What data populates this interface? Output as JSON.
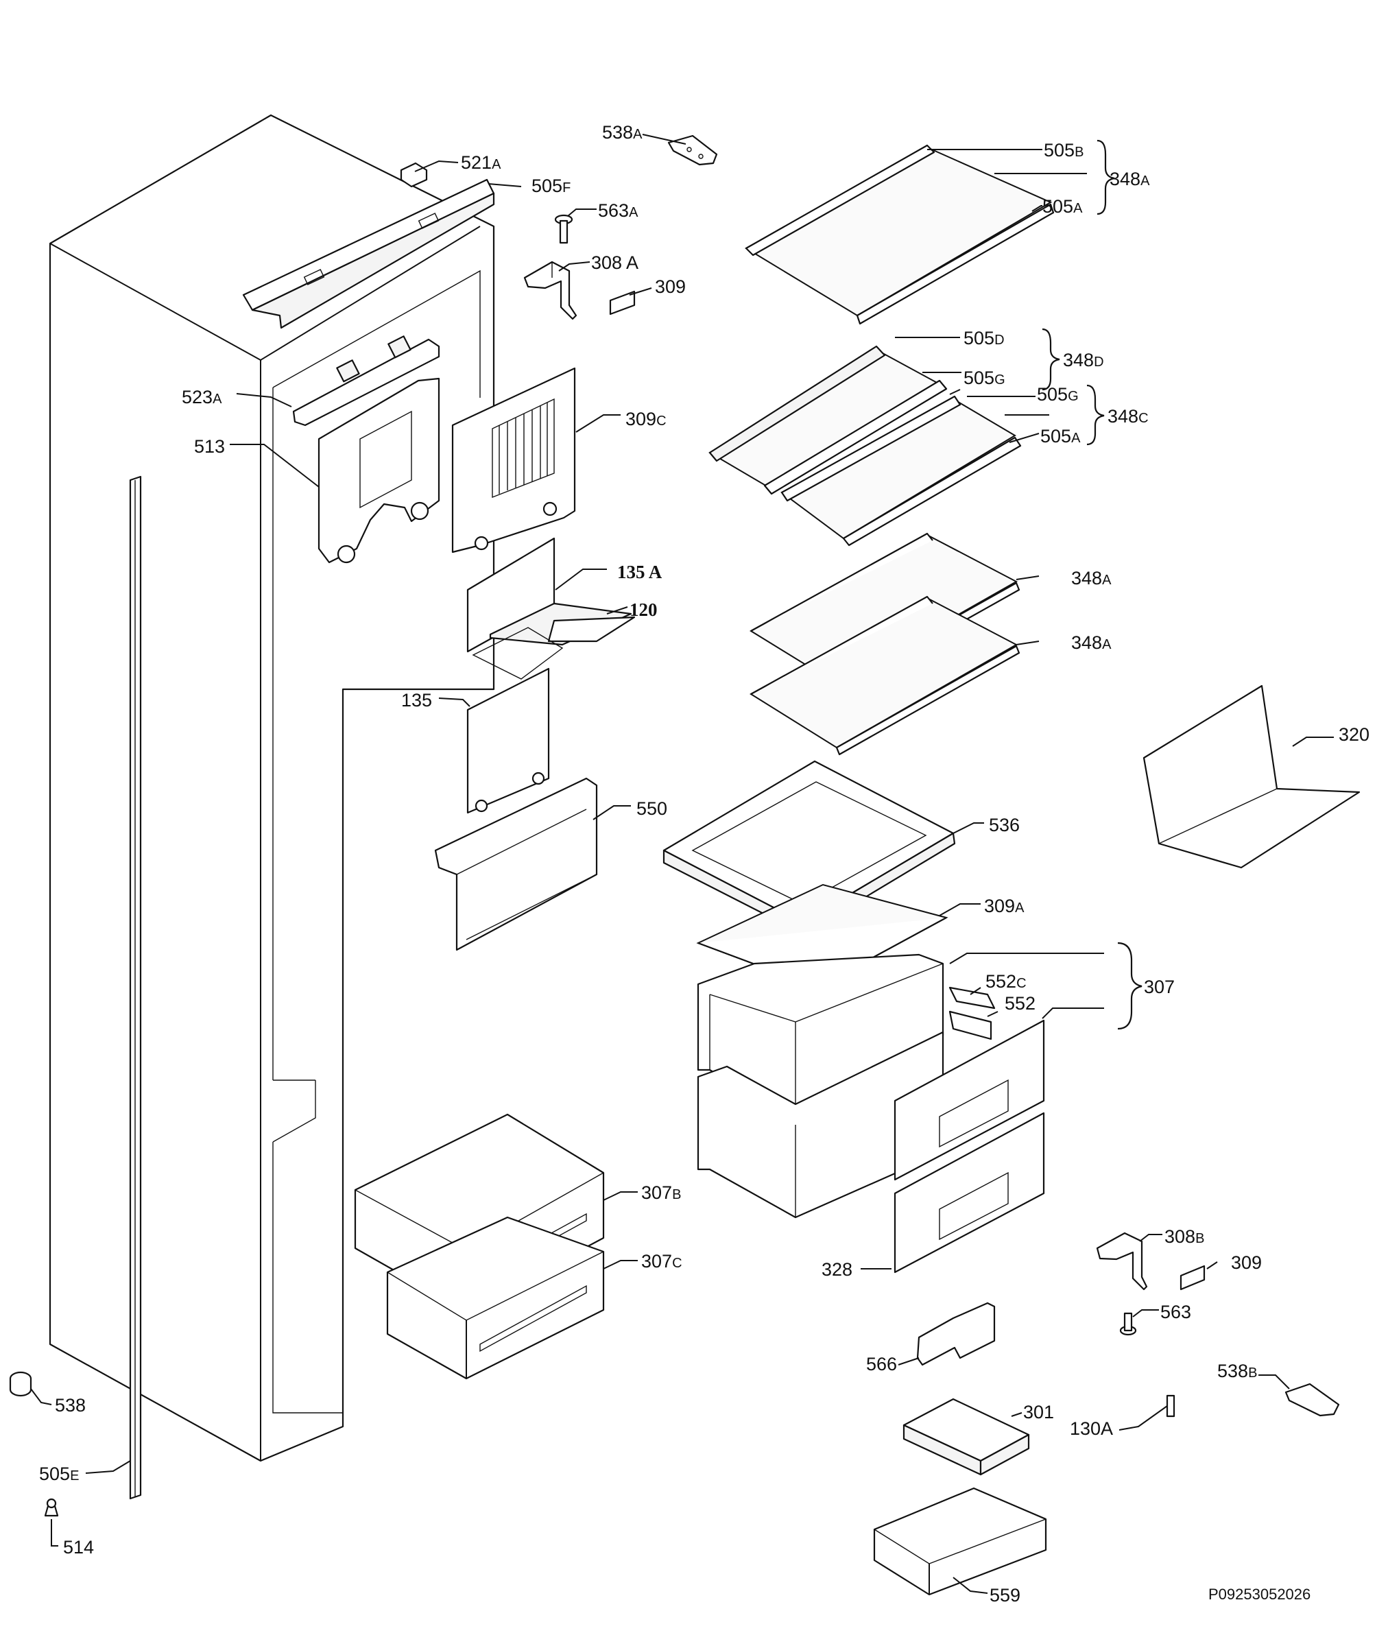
{
  "parts": [
    {
      "id": "p538a",
      "num": "538",
      "suf": "A"
    },
    {
      "id": "p521a",
      "num": "521",
      "suf": "A"
    },
    {
      "id": "p505f",
      "num": "505",
      "suf": "F"
    },
    {
      "id": "p563a",
      "num": "563",
      "suf": "A"
    },
    {
      "id": "p308a",
      "num": "308 A",
      "suf": ""
    },
    {
      "id": "p309_top",
      "num": "309",
      "suf": ""
    },
    {
      "id": "p505b",
      "num": "505",
      "suf": "B"
    },
    {
      "id": "p348a_1",
      "num": "348",
      "suf": "A"
    },
    {
      "id": "p505a_1",
      "num": "505",
      "suf": "A"
    },
    {
      "id": "p505d",
      "num": "505",
      "suf": "D"
    },
    {
      "id": "p348d",
      "num": "348",
      "suf": "D"
    },
    {
      "id": "p505g_1",
      "num": "505",
      "suf": "G"
    },
    {
      "id": "p505g_2",
      "num": "505",
      "suf": "G"
    },
    {
      "id": "p348c",
      "num": "348",
      "suf": "C"
    },
    {
      "id": "p505a_2",
      "num": "505",
      "suf": "A"
    },
    {
      "id": "p523a",
      "num": "523",
      "suf": "A"
    },
    {
      "id": "p513",
      "num": "513",
      "suf": ""
    },
    {
      "id": "p309c",
      "num": "309",
      "suf": "C"
    },
    {
      "id": "p135a",
      "num": "135",
      "suf": " A",
      "bold": true
    },
    {
      "id": "p120",
      "num": "120",
      "suf": "",
      "bold": true
    },
    {
      "id": "p348a_2",
      "num": "348",
      "suf": "A"
    },
    {
      "id": "p348a_3",
      "num": "348",
      "suf": "A"
    },
    {
      "id": "p135",
      "num": "135",
      "suf": ""
    },
    {
      "id": "p320",
      "num": "320",
      "suf": ""
    },
    {
      "id": "p550",
      "num": "550",
      "suf": ""
    },
    {
      "id": "p536",
      "num": "536",
      "suf": ""
    },
    {
      "id": "p309a",
      "num": "309",
      "suf": "A"
    },
    {
      "id": "p552c",
      "num": "552",
      "suf": "C"
    },
    {
      "id": "p552",
      "num": "552",
      "suf": ""
    },
    {
      "id": "p307",
      "num": "307",
      "suf": ""
    },
    {
      "id": "p307b",
      "num": "307",
      "suf": "B"
    },
    {
      "id": "p307c",
      "num": "307",
      "suf": "C"
    },
    {
      "id": "p308b",
      "num": "308",
      "suf": "B"
    },
    {
      "id": "p309_bot",
      "num": "309",
      "suf": ""
    },
    {
      "id": "p328",
      "num": "328",
      "suf": ""
    },
    {
      "id": "p563",
      "num": "563",
      "suf": ""
    },
    {
      "id": "p566",
      "num": "566",
      "suf": ""
    },
    {
      "id": "p538b",
      "num": "538",
      "suf": "B"
    },
    {
      "id": "p301",
      "num": "301",
      "suf": ""
    },
    {
      "id": "p130a",
      "num": "130A",
      "suf": ""
    },
    {
      "id": "p538",
      "num": "538",
      "suf": ""
    },
    {
      "id": "p505e",
      "num": "505",
      "suf": "E"
    },
    {
      "id": "p514",
      "num": "514",
      "suf": ""
    },
    {
      "id": "p559",
      "num": "559",
      "suf": ""
    }
  ],
  "doc_ref": "P09253052026"
}
